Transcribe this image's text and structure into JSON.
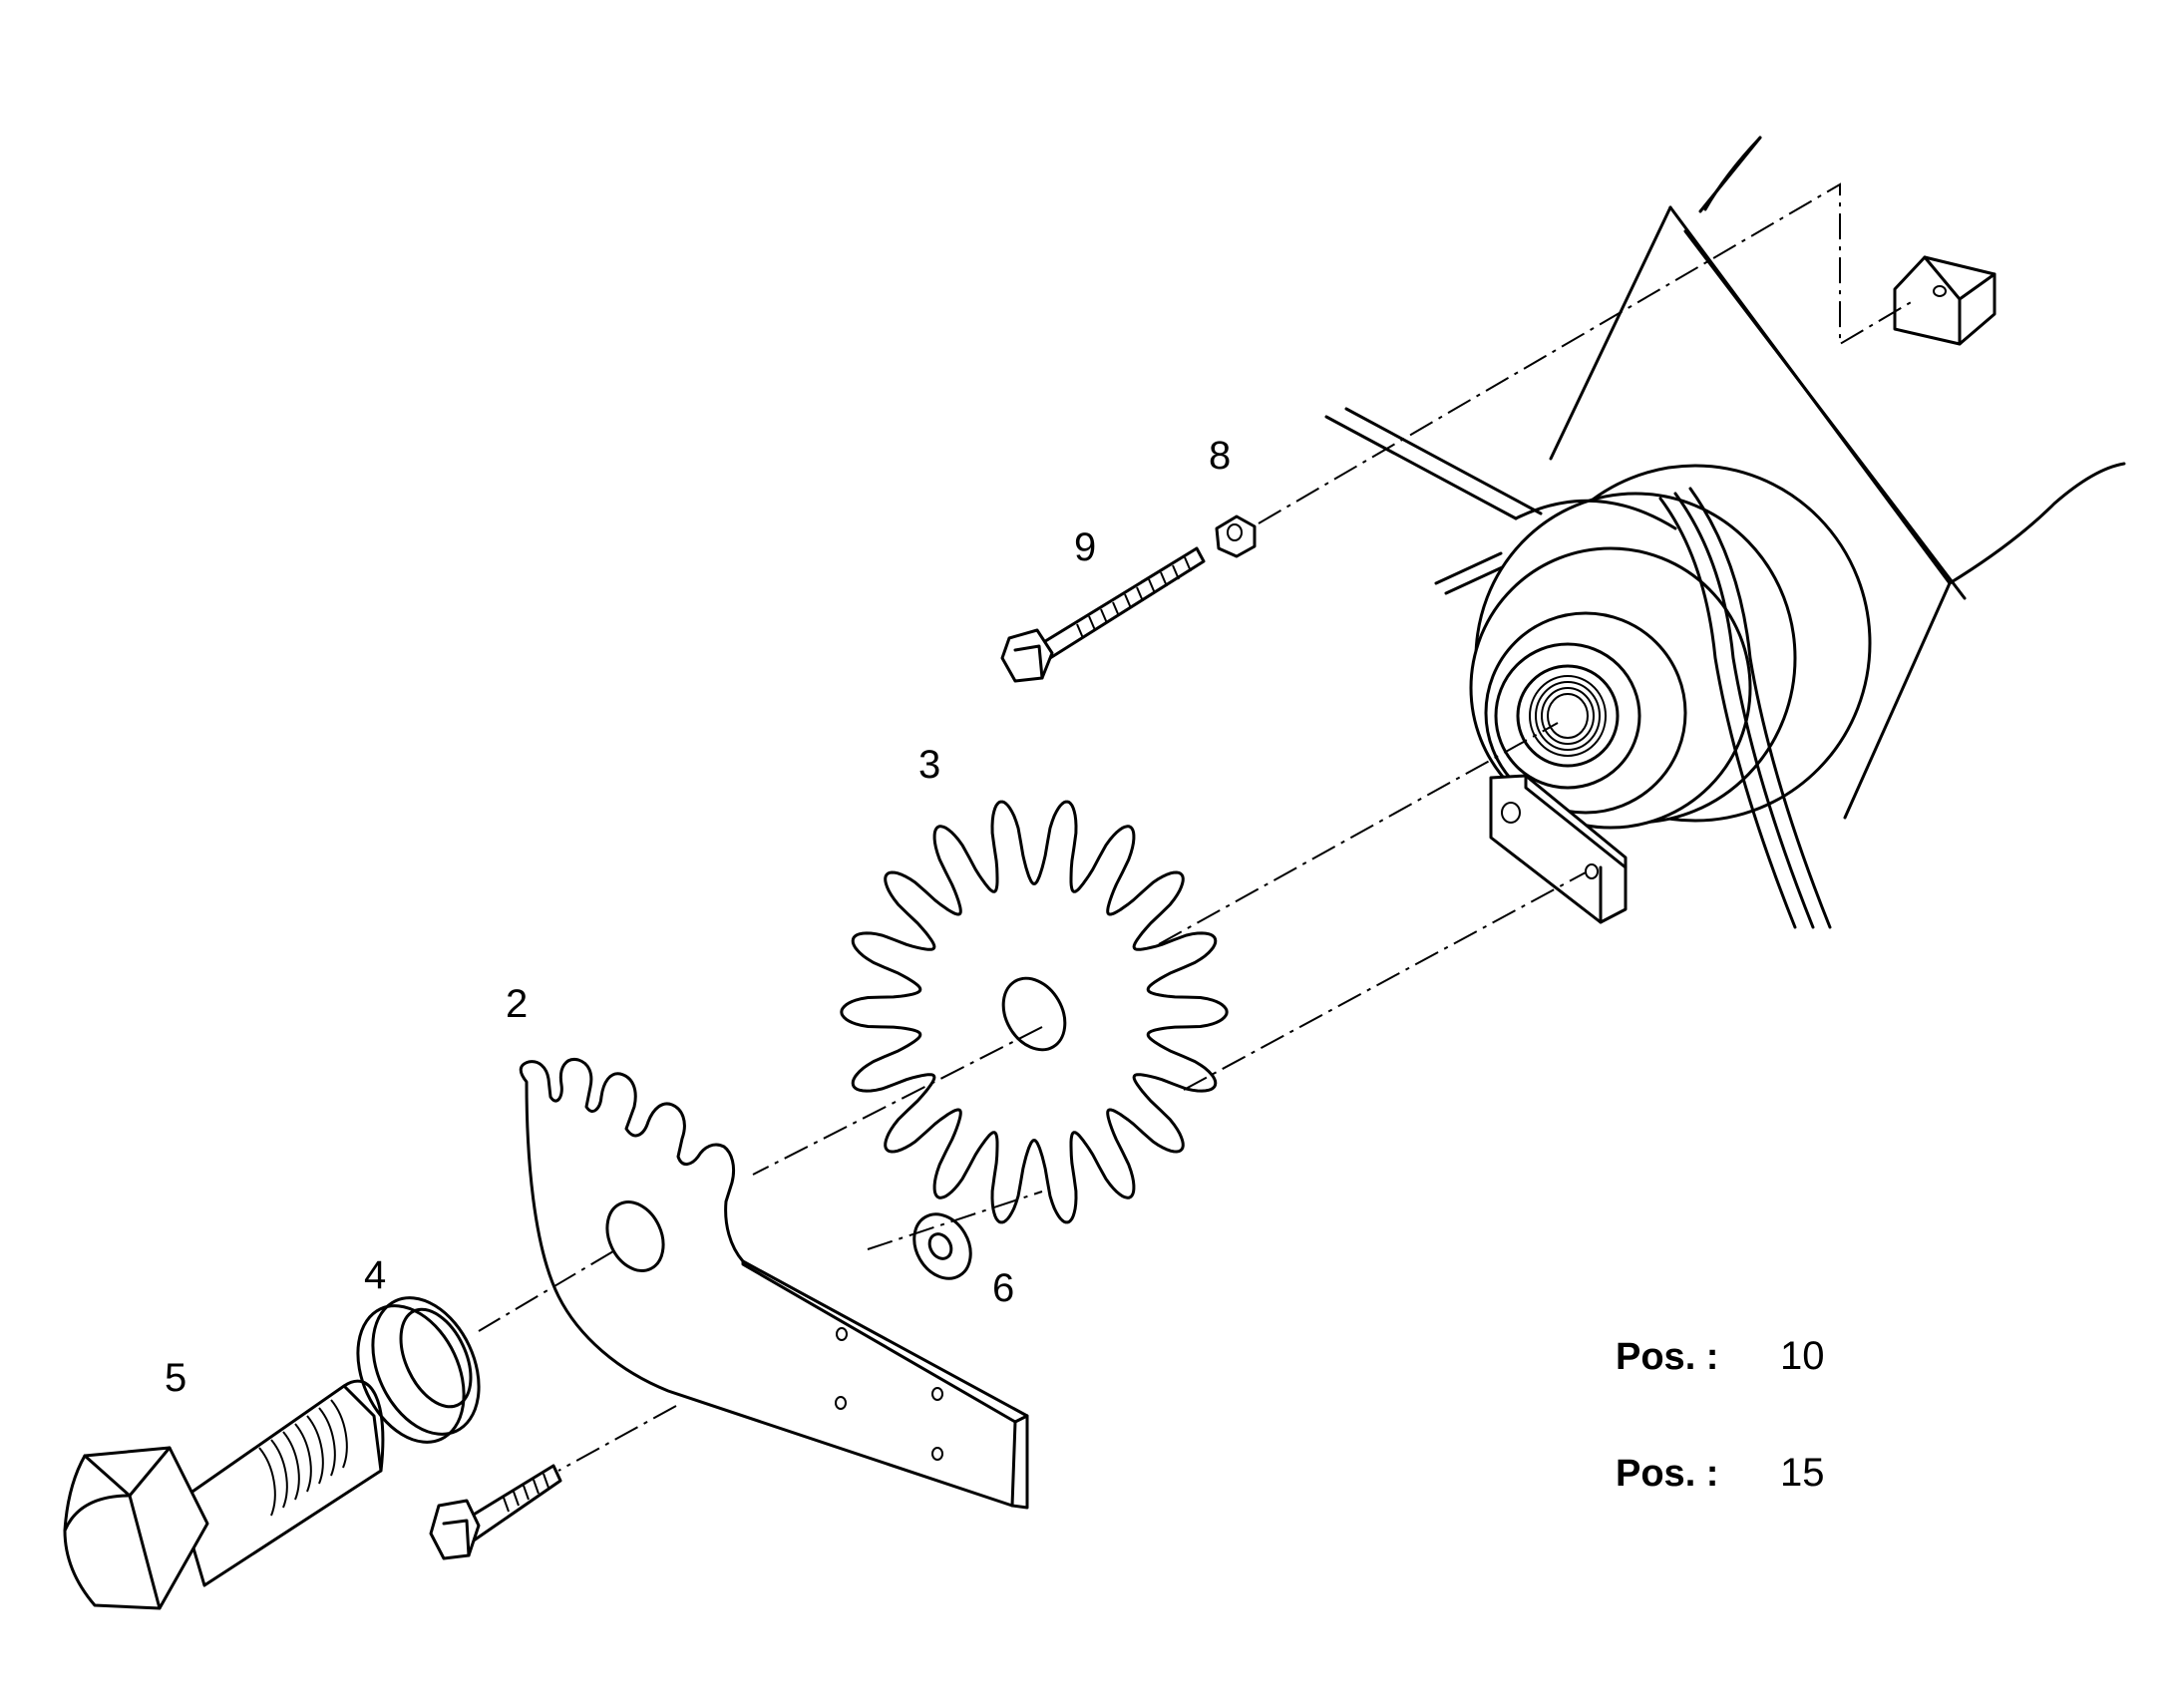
{
  "callouts": [
    "2",
    "3",
    "4",
    "5",
    "6",
    "8",
    "9"
  ],
  "positions": [
    {
      "key": "Pos. :",
      "value": "10"
    },
    {
      "key": "Pos. :",
      "value": "15"
    }
  ]
}
